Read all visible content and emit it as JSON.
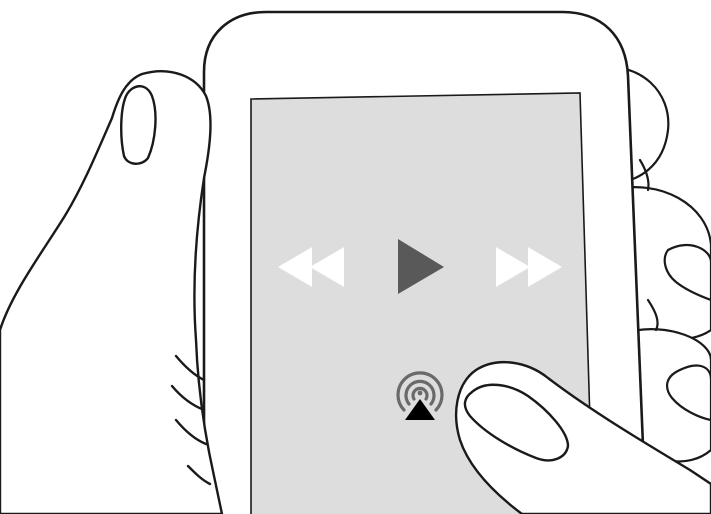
{
  "illustration": {
    "subject": "hand-holding-phone-pressing-airplay",
    "colors": {
      "outline": "#1a1a1a",
      "phone_body": "#ffffff",
      "screen": "#dcdddc",
      "skip_icons": "#ffffff",
      "play_icon": "#595959",
      "airplay_rings": "#6a6a6a",
      "airplay_triangle": "#000000"
    }
  },
  "player_controls": [
    {
      "name": "rewind-button",
      "icon": "rewind-icon",
      "state": "inactive"
    },
    {
      "name": "play-button",
      "icon": "play-icon",
      "state": "active"
    },
    {
      "name": "fast-forward-button",
      "icon": "fast-forward-icon",
      "state": "inactive"
    }
  ],
  "airplay": {
    "icon": "airplay-icon",
    "state": "pressed"
  }
}
